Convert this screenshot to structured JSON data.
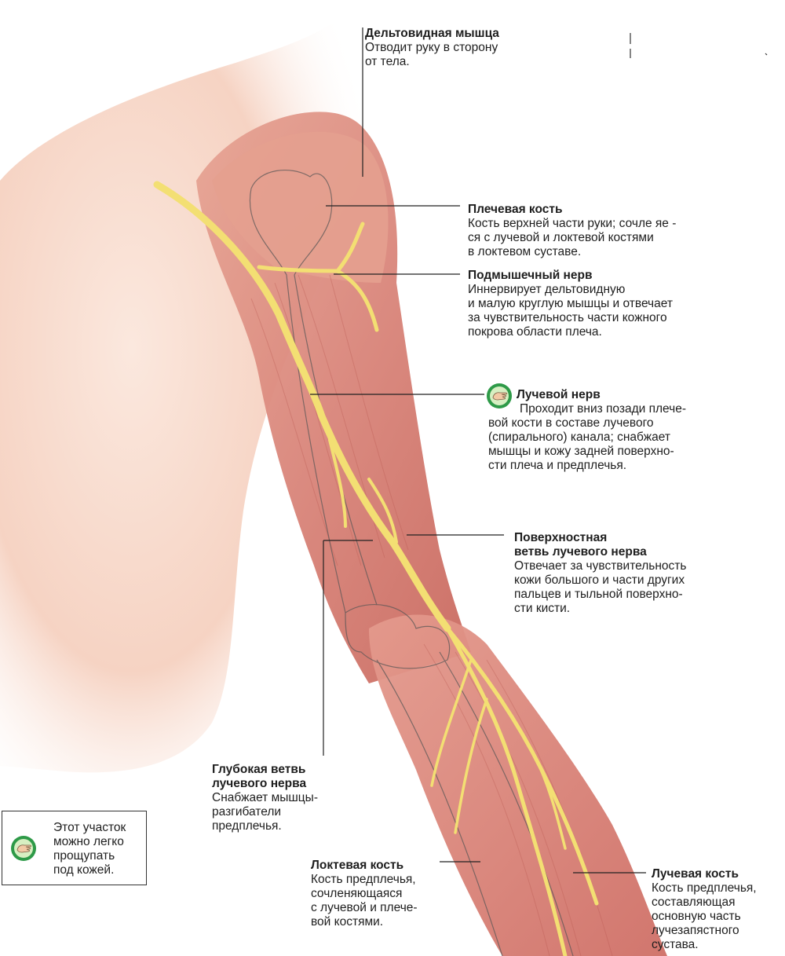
{
  "labels": {
    "deltoid": {
      "title": "Дельтовидная мышца",
      "desc": [
        "Отводит руку в сторону",
        "от тела."
      ]
    },
    "humerus": {
      "title": "Плечевая кость",
      "desc": [
        "Кость верхней части руки; сочле яе -",
        "ся с лучевой и локтевой костями",
        "в локтевом суставе."
      ]
    },
    "axillary": {
      "title": "Подмышечный нерв",
      "desc": [
        "Иннервирует дельтовидную",
        "и малую круглую мышцы и отвечает",
        "за чувствительность части кожного",
        "покрова области плеча."
      ]
    },
    "radial_nerve": {
      "title": "Лучевой нерв",
      "desc": [
        "Проходит вниз позади плече-",
        "вой кости в составе лучевого",
        "(спирального) канала; снабжает",
        "мышцы и кожу задней поверхно-",
        "сти плеча и предплечья."
      ]
    },
    "superficial": {
      "title": [
        "Поверхностная",
        "ветвь лучевого нерва"
      ],
      "desc": [
        "Отвечает за чувствительность",
        "кожи большого и части других",
        "пальцев и тыльной поверхно-",
        "сти кисти."
      ]
    },
    "deep": {
      "title": [
        "Глубокая ветвь",
        "лучевого нерва"
      ],
      "desc": [
        "Снабжает мышцы-",
        "разгибатели",
        "предплечья."
      ]
    },
    "ulna": {
      "title": "Локтевая кость",
      "desc": [
        "Кость предплечья,",
        "сочленяющаяся",
        "с лучевой и плече-",
        "вой костями."
      ]
    },
    "radius": {
      "title": "Лучевая кость",
      "desc": [
        "Кость предплечья,",
        "составляющая",
        "основную часть",
        "лучезапястного",
        "сустава."
      ]
    }
  },
  "legend": {
    "text": [
      "Этот участок",
      "можно легко",
      "прощупать",
      "под кожей."
    ],
    "icon": "palpation-hand-icon"
  },
  "colors": {
    "skin": "#f6d6c6",
    "muscle": "#d98a7c",
    "nerve": "#f5e27a",
    "badge": "#2e9a48",
    "leader": "#222222"
  }
}
